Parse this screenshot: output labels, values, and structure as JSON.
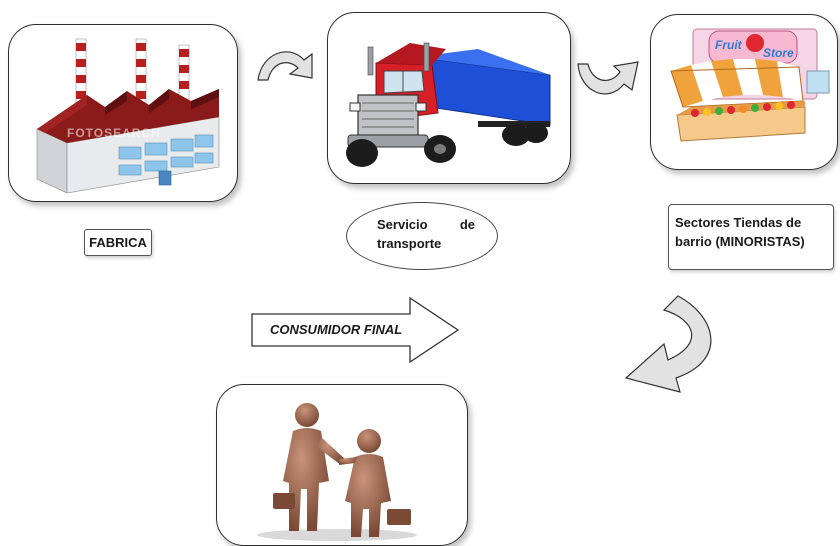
{
  "nodes": {
    "factory": {
      "label": "FABRICA",
      "watermark": "FOTOSEARCH"
    },
    "transport": {
      "label_line1_word1": "Servicio",
      "label_line1_word2": "de",
      "label_line2": "transporte"
    },
    "store": {
      "sign_word1": "Fruit",
      "sign_word2": "Store",
      "label_line1": "Sectores Tiendas de",
      "label_line2": "barrio (MINORISTAS)"
    },
    "consumer": {
      "arrow_label": "CONSUMIDOR FINAL"
    }
  },
  "colors": {
    "factory_roof": "#8b1a1a",
    "truck_cab": "#d61f26",
    "truck_trailer": "#1f4fd6",
    "store_awning": "#f0a23c",
    "people": "#8a5a45",
    "arrow_fill": "#e2e2e2"
  }
}
